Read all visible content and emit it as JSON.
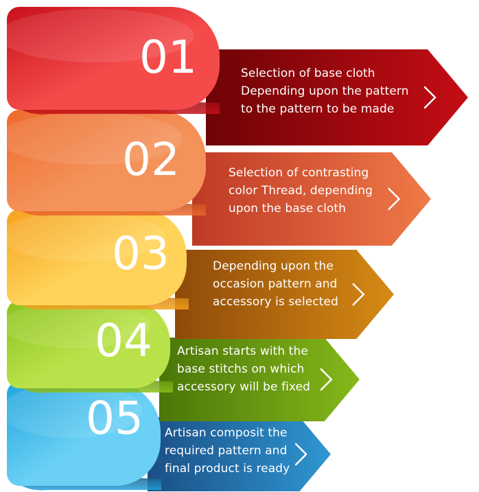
{
  "steps": [
    {
      "number": "01",
      "lines": [
        "Selection of base cloth",
        "Depending upon the pattern",
        "to the pattern to be made"
      ],
      "colors": {
        "tab_light": "#f44a4a",
        "tab_dark": "#c8101a",
        "tab_shadow": "#8a0a10",
        "arrow_light": "#c40d14",
        "arrow_dark": "#6e0306",
        "chevron": "#ffffff"
      }
    },
    {
      "number": "02",
      "lines": [
        "Selection of contrasting",
        "color Thread, depending",
        "upon the base cloth"
      ],
      "colors": {
        "tab_light": "#f4925a",
        "tab_dark": "#ee6a2c",
        "tab_shadow": "#b3451a",
        "arrow_light": "#ef7a48",
        "arrow_dark": "#bf3a26",
        "chevron": "#ffffff"
      }
    },
    {
      "number": "03",
      "lines": [
        "Depending upon the",
        "occasion pattern and",
        "accessory is selected"
      ],
      "colors": {
        "tab_light": "#ffd35a",
        "tab_dark": "#f6a21e",
        "tab_shadow": "#c47a10",
        "arrow_light": "#d68a14",
        "arrow_dark": "#8f4a0a",
        "chevron": "#ffffff"
      }
    },
    {
      "number": "04",
      "lines": [
        "Artisan starts with the",
        "base stitchs on which",
        "accessory will be fixed"
      ],
      "colors": {
        "tab_light": "#b9e24a",
        "tab_dark": "#8cc21c",
        "tab_shadow": "#5c8a10",
        "arrow_light": "#86b81a",
        "arrow_dark": "#4a7608",
        "chevron": "#ffffff"
      }
    },
    {
      "number": "05",
      "lines": [
        "Artisan composit the",
        "required pattern and",
        "final product is ready"
      ],
      "colors": {
        "tab_light": "#6ad0f5",
        "tab_dark": "#22a6de",
        "tab_shadow": "#1d3d66",
        "arrow_light": "#2f96d2",
        "arrow_dark": "#1a4f86",
        "chevron": "#ffffff"
      }
    }
  ]
}
